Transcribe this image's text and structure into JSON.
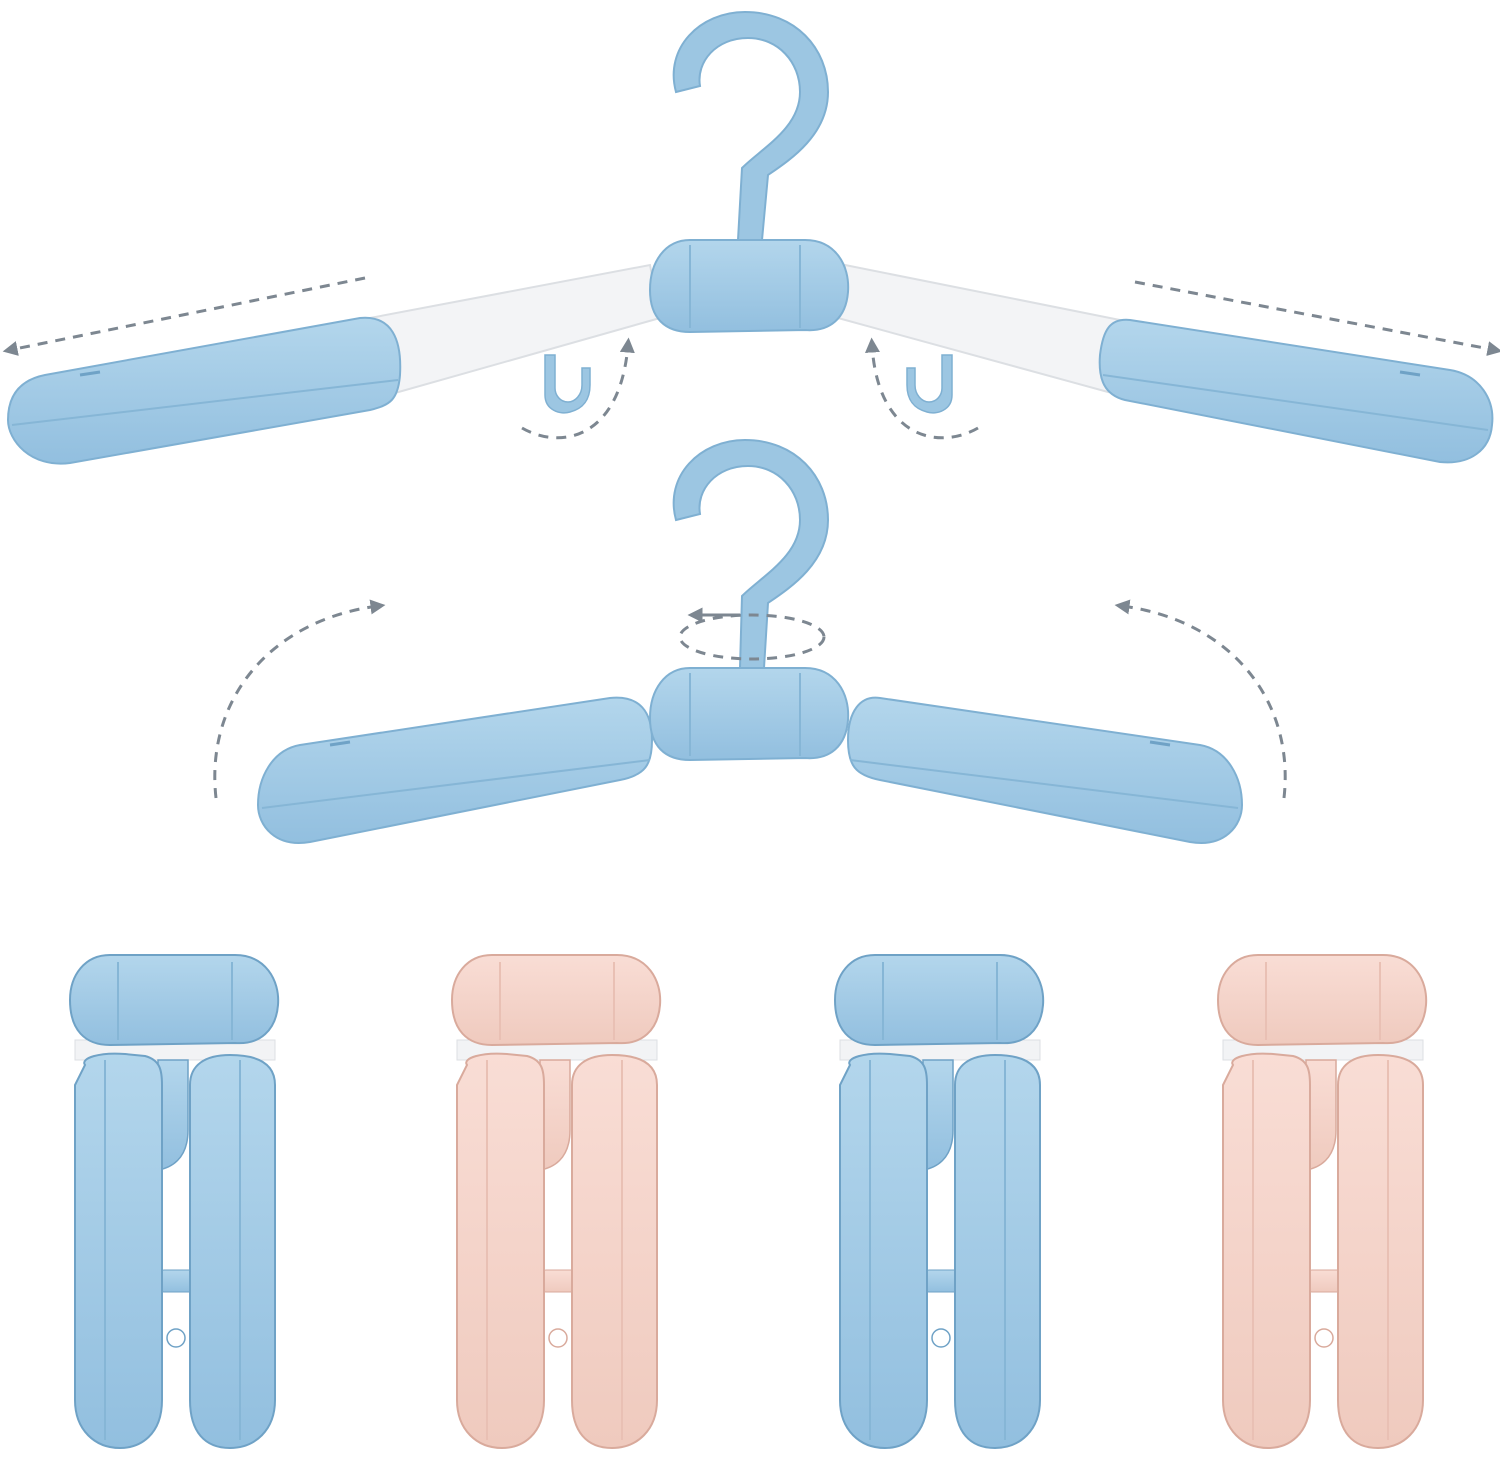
{
  "colors": {
    "background": "#ffffff",
    "blue": "#a3cce6",
    "blue_dark": "#86b6d6",
    "blue_shadow": "#6fa2c6",
    "pink": "#f6d6cd",
    "pink_dark": "#e9c0b4",
    "pink_shadow": "#d9aa9c",
    "white_arm": "#f2f3f5",
    "arrow": "#7d8791"
  },
  "hangers": [
    {
      "id": "extended-blue",
      "color": "blue",
      "state": "extended"
    },
    {
      "id": "retracted-blue",
      "color": "blue",
      "state": "retracted"
    }
  ],
  "folded_hangers": [
    "blue",
    "pink",
    "blue",
    "pink"
  ],
  "icons": [
    "extend-left-arrow",
    "extend-right-arrow",
    "rotate-clip-left-arrow",
    "rotate-clip-right-arrow",
    "fold-left-arrow",
    "fold-right-arrow",
    "rotate-hook-arrow"
  ]
}
